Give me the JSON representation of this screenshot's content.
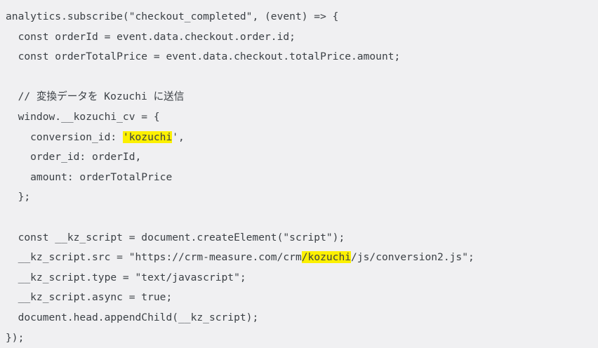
{
  "editor": {
    "background_color": "#f0f0f2",
    "text_color": "#3b4045",
    "highlight_color": "#fcf000",
    "language": "javascript",
    "highlight_term": "kozuchi"
  },
  "code": {
    "lines": [
      {
        "id": "line-1",
        "indent": 0,
        "segments": [
          {
            "text": "analytics.subscribe(\"checkout_completed\", (event) => {",
            "highlight": false
          }
        ]
      },
      {
        "id": "line-2",
        "indent": 2,
        "segments": [
          {
            "text": "  const orderId = event.data.checkout.order.id;",
            "highlight": false
          }
        ]
      },
      {
        "id": "line-3",
        "indent": 2,
        "segments": [
          {
            "text": "  const orderTotalPrice = event.data.checkout.totalPrice.amount;",
            "highlight": false
          }
        ]
      },
      {
        "id": "line-4",
        "indent": 0,
        "segments": [
          {
            "text": "",
            "highlight": false
          }
        ]
      },
      {
        "id": "line-5",
        "indent": 2,
        "segments": [
          {
            "text": "  // 変換データを Kozuchi に送信",
            "highlight": false
          }
        ]
      },
      {
        "id": "line-6",
        "indent": 2,
        "segments": [
          {
            "text": "  window.__kozuchi_cv = {",
            "highlight": false
          }
        ]
      },
      {
        "id": "line-7",
        "indent": 4,
        "segments": [
          {
            "text": "    conversion_id: ",
            "highlight": false
          },
          {
            "text": "'kozuchi",
            "highlight": true
          },
          {
            "text": "',",
            "highlight": false
          }
        ]
      },
      {
        "id": "line-8",
        "indent": 4,
        "segments": [
          {
            "text": "    order_id: orderId,",
            "highlight": false
          }
        ]
      },
      {
        "id": "line-9",
        "indent": 4,
        "segments": [
          {
            "text": "    amount: orderTotalPrice",
            "highlight": false
          }
        ]
      },
      {
        "id": "line-10",
        "indent": 2,
        "segments": [
          {
            "text": "  };",
            "highlight": false
          }
        ]
      },
      {
        "id": "line-11",
        "indent": 0,
        "segments": [
          {
            "text": "",
            "highlight": false
          }
        ]
      },
      {
        "id": "line-12",
        "indent": 2,
        "segments": [
          {
            "text": "  const __kz_script = document.createElement(\"script\");",
            "highlight": false
          }
        ]
      },
      {
        "id": "line-13",
        "indent": 2,
        "segments": [
          {
            "text": "  __kz_script.src = \"https://crm-measure.com/crm",
            "highlight": false
          },
          {
            "text": "/kozuchi",
            "highlight": true
          },
          {
            "text": "/js/conversion2.js\";",
            "highlight": false
          }
        ]
      },
      {
        "id": "line-14",
        "indent": 2,
        "segments": [
          {
            "text": "  __kz_script.type = \"text/javascript\";",
            "highlight": false
          }
        ]
      },
      {
        "id": "line-15",
        "indent": 2,
        "segments": [
          {
            "text": "  __kz_script.async = true;",
            "highlight": false
          }
        ]
      },
      {
        "id": "line-16",
        "indent": 2,
        "segments": [
          {
            "text": "  document.head.appendChild(__kz_script);",
            "highlight": false
          }
        ]
      },
      {
        "id": "line-17",
        "indent": 0,
        "segments": [
          {
            "text": "});",
            "highlight": false
          }
        ]
      }
    ]
  }
}
